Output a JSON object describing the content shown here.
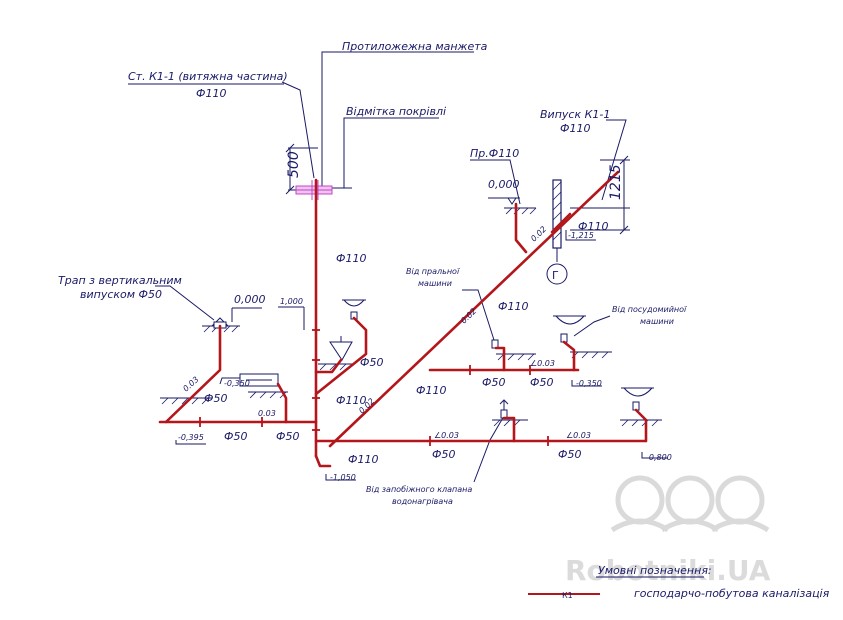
{
  "labels": {
    "counter_collar": "Протиложежна манжета",
    "stack_vent": "Ст. К1-1 (витяжна частина)",
    "stack_vent_dia": "Ф110",
    "roof_mark": "Відмітка покрівлі",
    "dim_500": "500",
    "outlet": "Випуск К1-1",
    "outlet_dia": "Ф110",
    "dim_1215": "1215",
    "outlet_level": "-1,215",
    "cleanout": "Пр.Ф110",
    "level_0_right": "0,000",
    "trap_title_1": "Трап з вертикальним",
    "trap_title_2": "випуском Ф50",
    "level_0_left": "0,000",
    "level_1000": "1,000",
    "from_washer_1": "Від пральної",
    "from_washer_2": "машини",
    "from_dishwasher_1": "Від посудомийної",
    "from_dishwasher_2": "машини",
    "from_valve_1": "Від запобіжного клапана",
    "from_valve_2": "водонагрівача",
    "legend_title": "Умовні позначення:",
    "legend_code": "К1",
    "legend_text": "господарчо-побутова каналізація",
    "watermark": "Robotniki.UA"
  },
  "diameters": {
    "d110_stack": "Ф110",
    "d110_diag": "Ф110",
    "d110_branch": "Ф110",
    "d110_low": "Ф110",
    "d110_bottom": "Ф110",
    "d110_ret": "Ф110",
    "d50_funnel": "Ф50",
    "d50_trap": "Ф50",
    "d50_main_left": "Ф50",
    "d50_near_stack": "Ф50",
    "d50_main_mid": "Ф50",
    "d50_main_right": "Ф50",
    "d50_wash_a": "Ф50",
    "d50_wash_b": "Ф50"
  },
  "levels": {
    "l_0350_left": "-0,350",
    "l_0395": "-0,395",
    "l_1050": "-1,050",
    "l_0350_right": "-0,350",
    "l_0800": "-0,800"
  },
  "slopes": {
    "s_003_a": "0.03",
    "s_003_b": "0.03",
    "s_003_c": "∠0.03",
    "s_003_d": "∠0.03",
    "s_003_e": "∠0.03",
    "s_002_diag": "0.02",
    "s_002_up": "0.02",
    "s_002_top": "0.02"
  },
  "colors": {
    "pipe": "#b3161b",
    "ink": "#1a1a66",
    "collar": "#c048c0"
  }
}
